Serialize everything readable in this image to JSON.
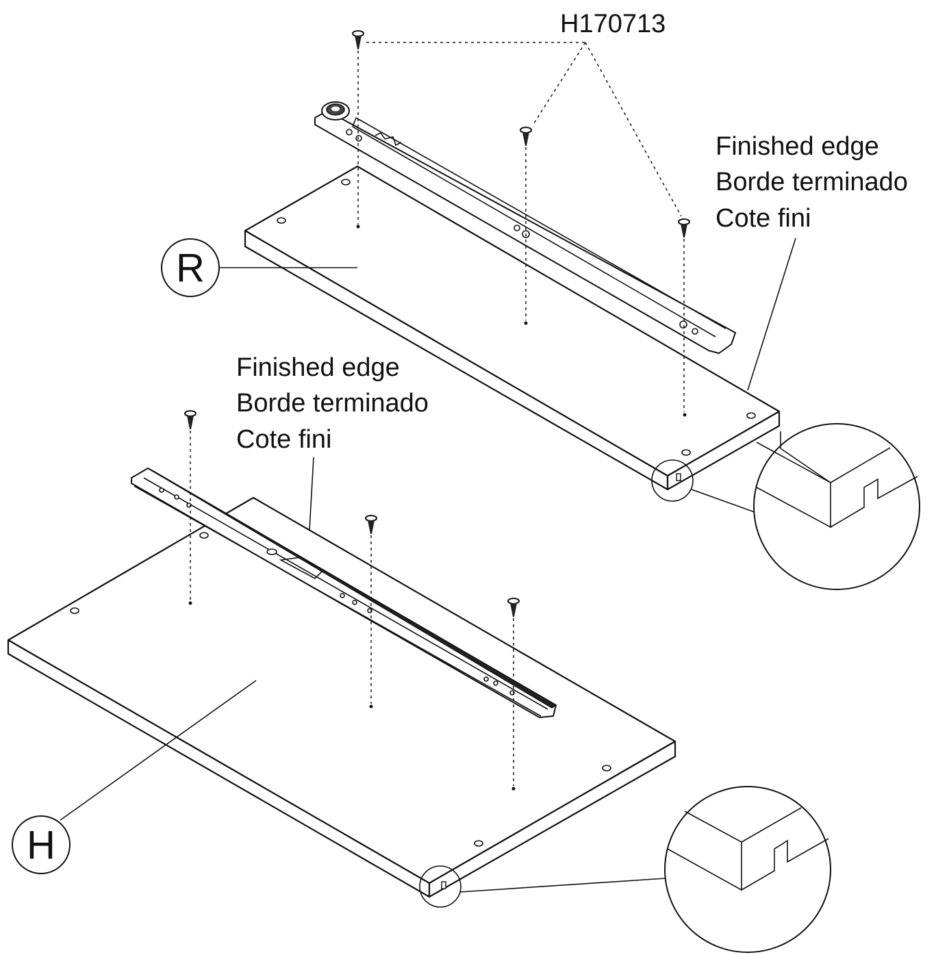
{
  "part_code": "H170713",
  "upper_note": {
    "line1": "Finished edge",
    "line2": "Borde terminado",
    "line3": "Cote fini"
  },
  "lower_note": {
    "line1": "Finished edge",
    "line2": "Borde terminado",
    "line3": "Cote fini"
  },
  "panel_labels": {
    "upper": "R",
    "lower": "H"
  }
}
